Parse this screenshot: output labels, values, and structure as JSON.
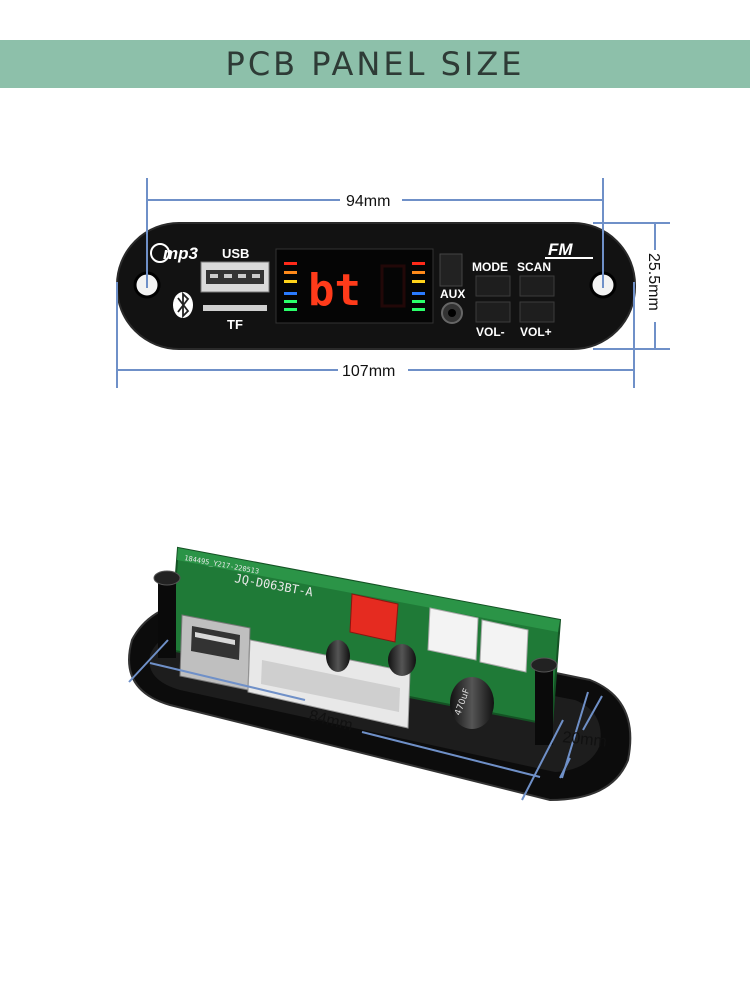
{
  "header": {
    "title": "PCB PANEL SIZE"
  },
  "panel": {
    "brand_logo": "mp3",
    "fm_logo": "FM",
    "usb_label": "USB",
    "tf_label": "TF",
    "aux_label": "AUX",
    "mode_label": "MODE",
    "scan_label": "SCAN",
    "vol_minus_label": "VOL-",
    "vol_plus_label": "VOL+",
    "display_text": "bt",
    "icons": [
      "bluetooth-icon",
      "usb-port-icon",
      "tf-slot-icon",
      "aux-jack-icon"
    ],
    "colors": {
      "banner": "#8dc0aa",
      "dimension_line": "#6f90c8",
      "display_segment": "#ff3b1a"
    }
  },
  "dimensions": {
    "hole_spacing": "94mm",
    "panel_width": "107mm",
    "panel_height": "25.5mm",
    "board_length": "84mm",
    "board_height": "20mm"
  },
  "board": {
    "silkscreen_model": "JQ-D063BT-A",
    "silkscreen_code": "184495_Y217-220513",
    "capacitor_label": "470uF"
  }
}
